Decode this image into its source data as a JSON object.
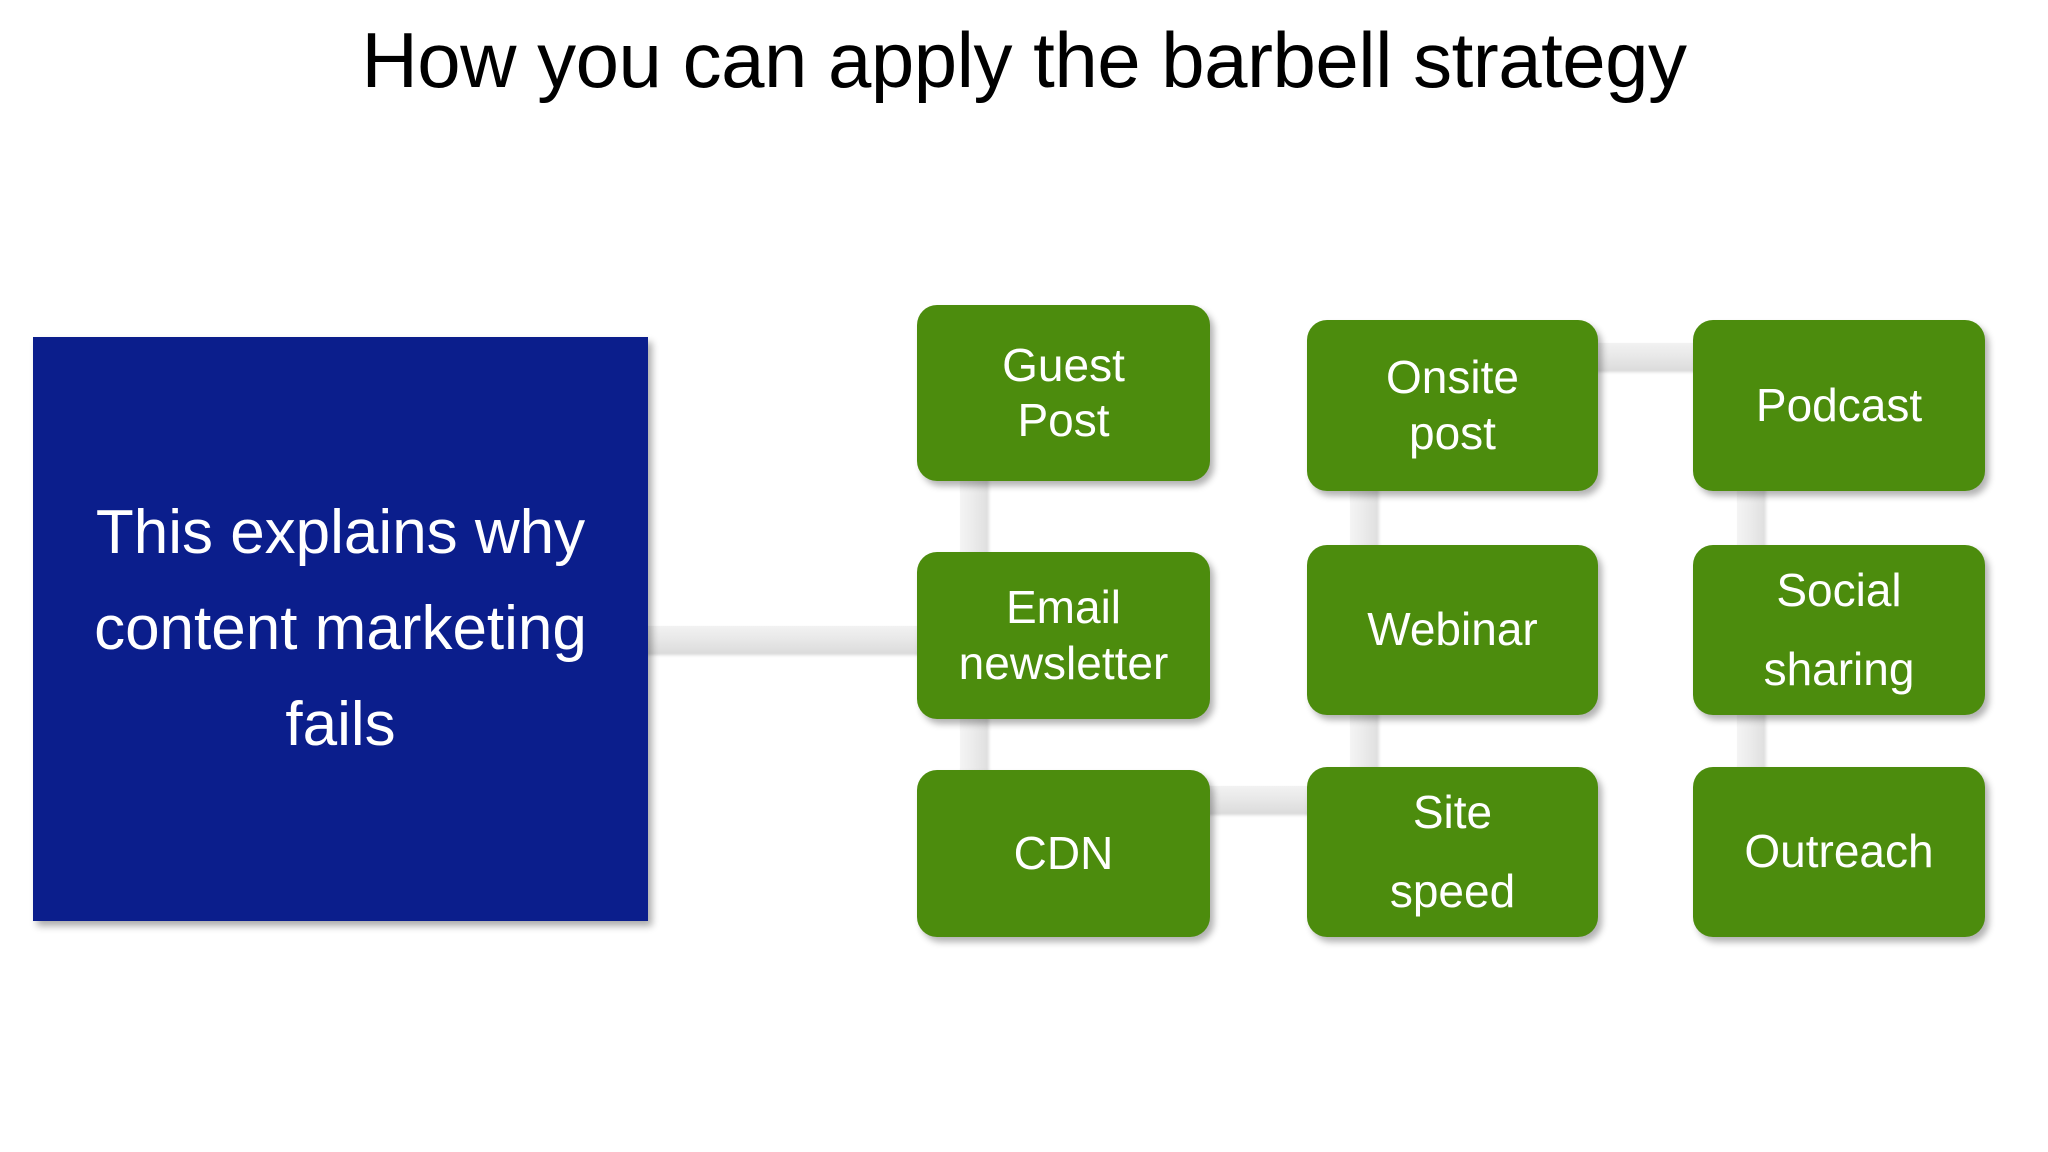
{
  "slide": {
    "title": "How you can apply the barbell strategy",
    "background_color": "#FFFFFF"
  },
  "colors": {
    "root_fill": "#0B1E8C",
    "node_fill": "#4C8C0D",
    "node_text": "#FFFFFF",
    "connector": "#E8E8E8",
    "title_text": "#000000"
  },
  "root_node": {
    "label": "This explains\nwhy content\nmarketing fails",
    "line1": "This explains",
    "line2": "why content",
    "line3": "marketing fails",
    "shape": "rectangle",
    "fill": "#0B1E8C"
  },
  "columns": [
    {
      "name": "column-1",
      "nodes": [
        {
          "label": "Guest\nPost",
          "id": "guest-post"
        },
        {
          "label": "Email\nnewsletter",
          "id": "email-newsletter"
        },
        {
          "label": "CDN",
          "id": "cdn"
        }
      ]
    },
    {
      "name": "column-2",
      "nodes": [
        {
          "label": "Onsite\npost",
          "id": "onsite-post"
        },
        {
          "label": "Webinar",
          "id": "webinar"
        },
        {
          "label": "Site\nspeed",
          "id": "site-speed"
        }
      ]
    },
    {
      "name": "column-3",
      "nodes": [
        {
          "label": "Podcast",
          "id": "podcast"
        },
        {
          "label": "Social\nsharing",
          "id": "social-sharing"
        },
        {
          "label": "Outreach",
          "id": "outreach"
        }
      ]
    }
  ],
  "connectors": [
    {
      "id": "root-to-email-newsletter",
      "orientation": "horizontal"
    },
    {
      "id": "guest-post-to-email-newsletter",
      "orientation": "vertical"
    },
    {
      "id": "email-newsletter-to-cdn",
      "orientation": "vertical"
    },
    {
      "id": "onsite-post-to-webinar",
      "orientation": "vertical"
    },
    {
      "id": "webinar-to-site-speed",
      "orientation": "vertical"
    },
    {
      "id": "podcast-to-social-sharing",
      "orientation": "vertical"
    },
    {
      "id": "social-sharing-to-outreach",
      "orientation": "vertical"
    },
    {
      "id": "onsite-post-to-podcast",
      "orientation": "horizontal"
    },
    {
      "id": "cdn-to-site-speed",
      "orientation": "horizontal"
    }
  ]
}
